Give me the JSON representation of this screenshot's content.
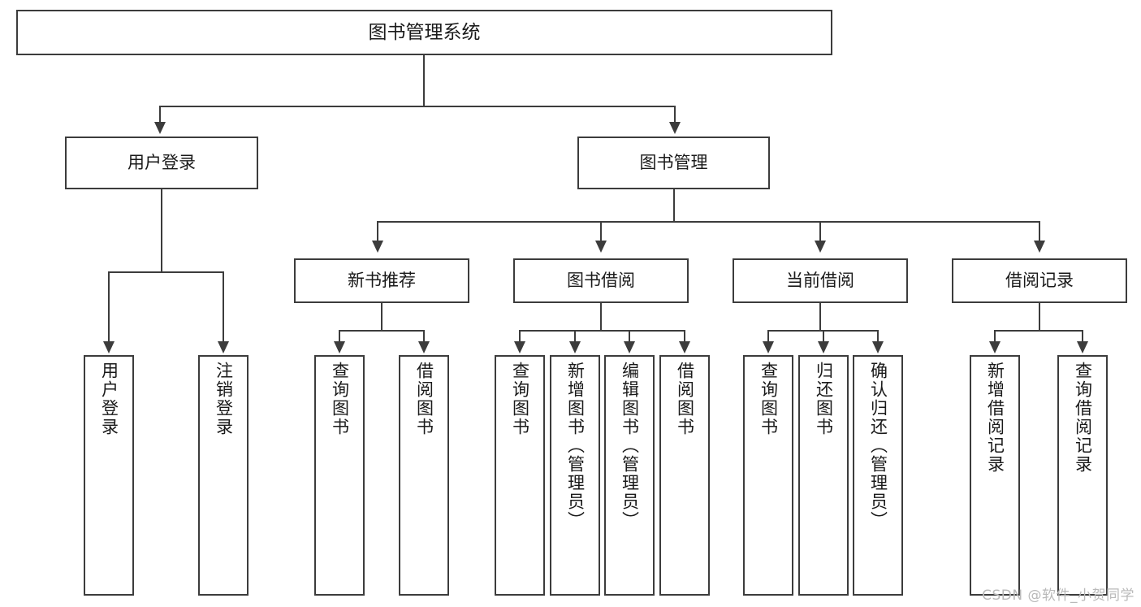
{
  "diagram": {
    "title": "图书管理系统",
    "type": "functional-decomposition-tree",
    "watermark": "CSDN @软件_小贺同学",
    "colors": {
      "line": "#3c3c3c",
      "box_border": "#3c3c3c",
      "box_fill": "#ffffff",
      "text": "#1a1a1a",
      "watermark": "#b9b9b9"
    },
    "nodes": {
      "root": {
        "label": "图书管理系统"
      },
      "level2": [
        {
          "id": "user-login",
          "label": "用户登录"
        },
        {
          "id": "book-manage",
          "label": "图书管理"
        }
      ],
      "level3": [
        {
          "id": "new-book-recommend",
          "label": "新书推荐"
        },
        {
          "id": "book-borrow",
          "label": "图书借阅"
        },
        {
          "id": "current-borrow",
          "label": "当前借阅"
        },
        {
          "id": "borrow-record",
          "label": "借阅记录"
        }
      ],
      "leaves": {
        "user_login": [
          {
            "id": "leaf-user-login",
            "label": "用户登录"
          },
          {
            "id": "leaf-logout-login",
            "label": "注销登录"
          }
        ],
        "new_book_recommend": [
          {
            "id": "leaf-query-book-1",
            "label": "查询图书"
          },
          {
            "id": "leaf-borrow-book-1",
            "label": "借阅图书"
          }
        ],
        "book_borrow": [
          {
            "id": "leaf-query-book-2",
            "label": "查询图书"
          },
          {
            "id": "leaf-add-book",
            "label": "新增图书（管理员）"
          },
          {
            "id": "leaf-edit-book",
            "label": "编辑图书（管理员）"
          },
          {
            "id": "leaf-borrow-book-2",
            "label": "借阅图书"
          }
        ],
        "current_borrow": [
          {
            "id": "leaf-query-book-3",
            "label": "查询图书"
          },
          {
            "id": "leaf-return-book",
            "label": "归还图书"
          },
          {
            "id": "leaf-confirm-return",
            "label": "确认归还（管理员）"
          }
        ],
        "borrow_record": [
          {
            "id": "leaf-add-borrow-record",
            "label": "新增借阅记录"
          },
          {
            "id": "leaf-query-borrow-record",
            "label": "查询借阅记录"
          }
        ]
      }
    }
  }
}
